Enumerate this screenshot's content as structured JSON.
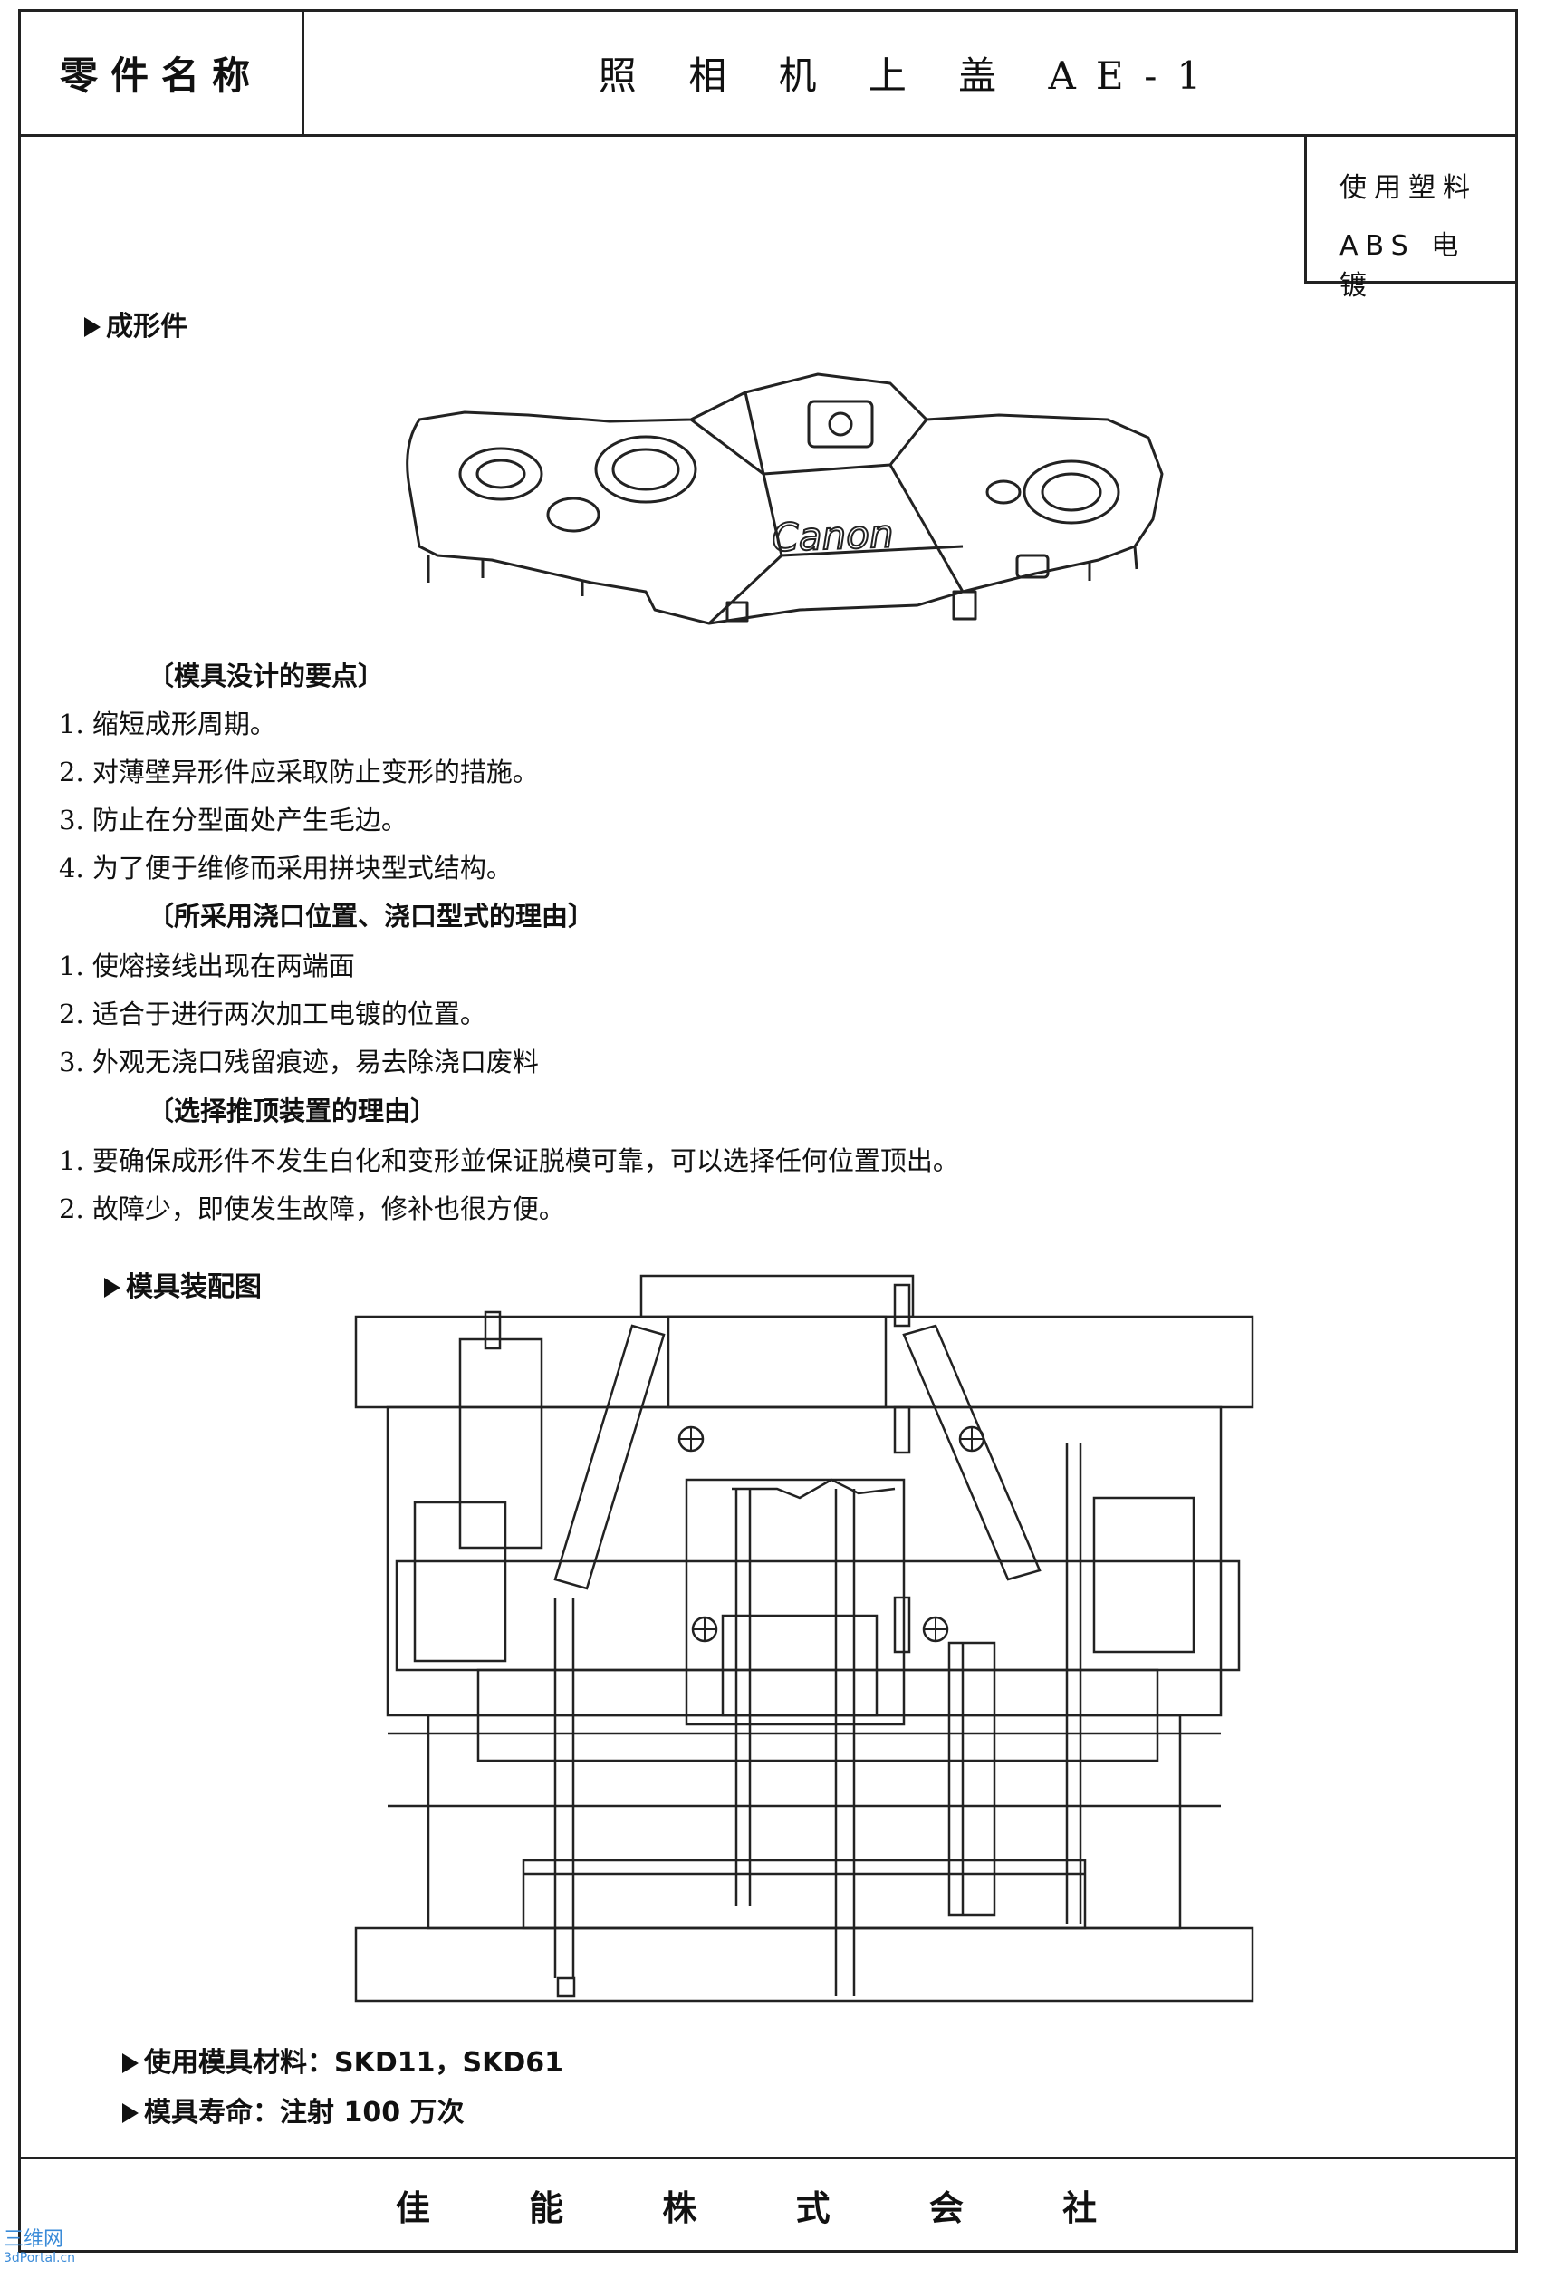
{
  "header": {
    "part_label": "零件名称",
    "part_name": "照 相 机 上 盖 AE-1"
  },
  "material": {
    "line1": "使用塑料",
    "line2": "ABS 电 镀"
  },
  "molded_part": {
    "heading": "成形件",
    "logo_text": "Canon"
  },
  "design_points": {
    "heading": "〔模具没计的要点〕",
    "items": [
      "1. 缩短成形周期。",
      "2. 对薄壁异形件应采取防止变形的措施。",
      "3. 防止在分型面处产生毛边。",
      "4. 为了便于维修而采用拼块型式结构。"
    ]
  },
  "gate_reasons": {
    "heading": "〔所采用浇口位置、浇口型式的理由〕",
    "items": [
      "1. 使熔接线出现在两端面",
      "2. 适合于进行两次加工电镀的位置。",
      "3. 外观无浇口残留痕迹，易去除浇口废料"
    ]
  },
  "ejector_reasons": {
    "heading": "〔选择推顶装置的理由〕",
    "items": [
      "1. 要确保成形件不发生白化和变形並保证脱模可靠，可以选择任何位置顶出。",
      "2. 故障少，即使发生故障，修补也很方便。"
    ]
  },
  "assembly": {
    "heading": "模具装配图"
  },
  "mold_material": "使用模具材料：SKD11，SKD61",
  "mold_life": "模具寿命：注射 100 万次",
  "footer": {
    "company": "佳 能 株 式 会 社"
  },
  "watermark": {
    "line1": "三维网",
    "line2": "3dPortal.cn"
  }
}
